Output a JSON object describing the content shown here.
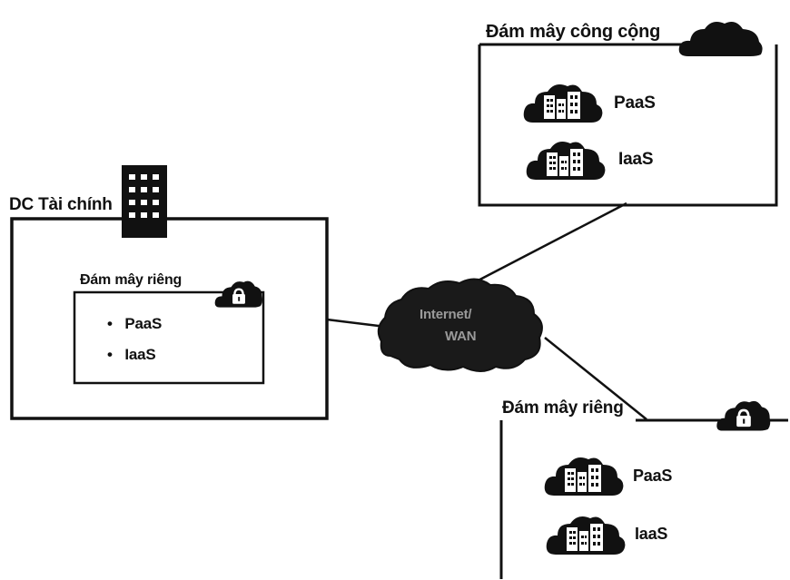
{
  "public_cloud": {
    "title": "Đám mây công cộng",
    "items": [
      {
        "label": "PaaS",
        "icon": "cloud-building-icon"
      },
      {
        "label": "IaaS",
        "icon": "cloud-building-icon"
      }
    ]
  },
  "finance_dc": {
    "title": "DC Tài chính",
    "icon": "office-building-icon",
    "private_cloud": {
      "title": "Đám mây riêng",
      "icon": "cloud-lock-icon",
      "bullets": [
        "PaaS",
        "IaaS"
      ]
    }
  },
  "internet_wan": {
    "line1": "Internet/",
    "line2": "WAN",
    "icon": "cloud-icon"
  },
  "private_cloud_remote": {
    "title": "Đám mây riêng",
    "icon": "cloud-lock-icon",
    "items": [
      {
        "label": "PaaS",
        "icon": "cloud-building-icon"
      },
      {
        "label": "IaaS",
        "icon": "cloud-building-icon"
      }
    ]
  },
  "colors": {
    "stroke": "#111111",
    "fill": "#ffffff",
    "wan_cloud": "#1a1a1a",
    "wan_text": "#9a9a9a"
  }
}
